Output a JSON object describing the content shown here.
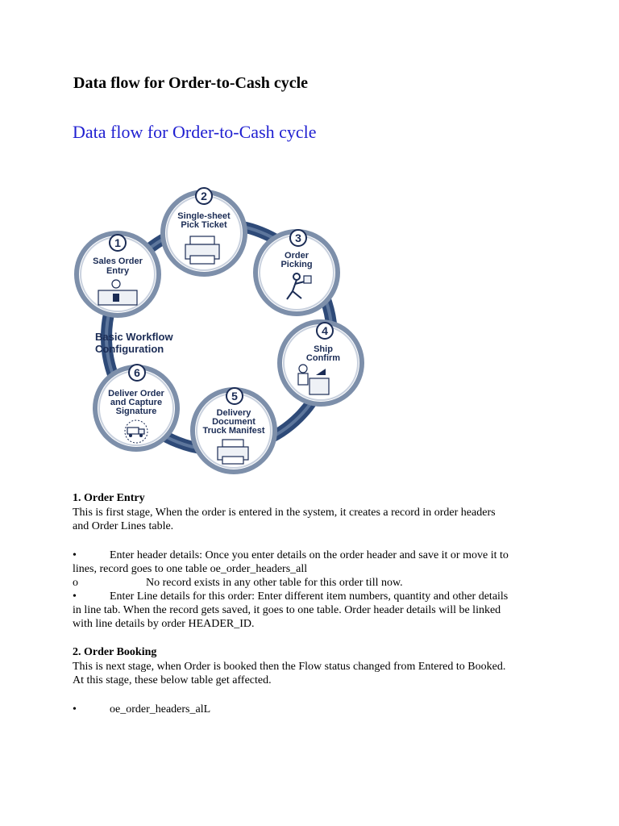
{
  "page": {
    "title": "Data flow for Order-to-Cash cycle",
    "subtitle": "Data flow for Order-to-Cash cycle"
  },
  "diagram": {
    "center_label_line1": "Basic Workflow",
    "center_label_line2": "Configuration",
    "steps": [
      {
        "number": "1",
        "line1": "Sales Order",
        "line2": "Entry",
        "line3": ""
      },
      {
        "number": "2",
        "line1": "Single-sheet",
        "line2": "Pick Ticket",
        "line3": ""
      },
      {
        "number": "3",
        "line1": "Order",
        "line2": "Picking",
        "line3": ""
      },
      {
        "number": "4",
        "line1": "Ship",
        "line2": "Confirm",
        "line3": ""
      },
      {
        "number": "5",
        "line1": "Delivery",
        "line2": "Document",
        "line3": "Truck Manifest"
      },
      {
        "number": "6",
        "line1": "Deliver Order",
        "line2": "and Capture",
        "line3": "Signature"
      }
    ],
    "colors": {
      "ring": "#2e4a78",
      "node_border": "#7d8faa",
      "node_fill": "#ffffff",
      "text": "#1b2c55"
    }
  },
  "sections": [
    {
      "heading": "1. Order Entry",
      "intro_line1": "This is first stage, When the order is entered in the system, it creates a record in order headers",
      "intro_line2": "and Order Lines table.",
      "bullet1_line1": "Enter header details: Once you enter details on the order header and save it or move it to",
      "bullet1_line2": "lines, record goes to one table oe_order_headers_all",
      "sub_bullet": "No record exists in any other table for this order till now.",
      "bullet2_line1": "Enter Line details for this order: Enter different item numbers, quantity and other details",
      "bullet2_line2": "in line tab. When the record gets saved, it goes to one table. Order header details will be linked",
      "bullet2_line3": "with line details by order HEADER_ID."
    },
    {
      "heading": "2. Order Booking",
      "intro_line1": "This is next stage, when Order is booked then the Flow status changed from Entered to Booked.",
      "intro_line2": "At this stage, these below table get affected.",
      "bullet1": "oe_order_headers_alL"
    }
  ],
  "glyphs": {
    "bullet": "•",
    "sub_bullet": "o"
  }
}
